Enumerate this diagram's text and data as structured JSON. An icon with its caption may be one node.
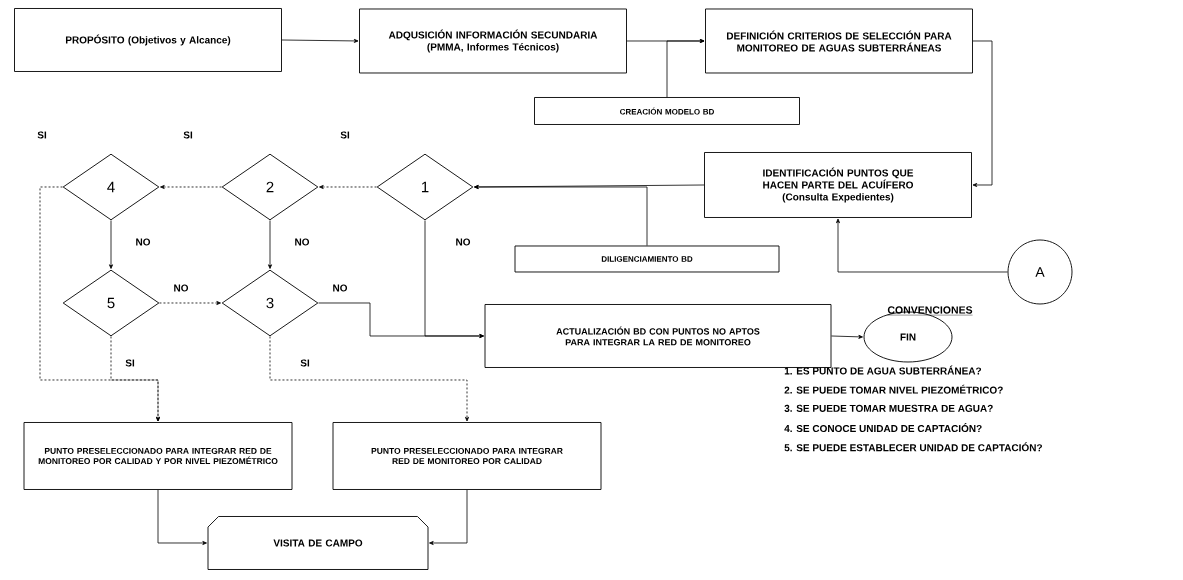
{
  "diagram": {
    "nodes": [
      {
        "text": [
          "PROPÓSITO (Objetivos y Alcance)"
        ]
      },
      {
        "text": [
          "ADQUSICIÓN INFORMACIÓN SECUNDARIA",
          "(PMMA, Informes Técnicos)"
        ]
      },
      {
        "text": [
          "DEFINICIÓN CRITERIOS DE SELECCIÓN PARA MONITOREO DE AGUAS SUBTERRÁNEAS"
        ]
      },
      {
        "text": [
          "CREACIÓN MODELO BD"
        ]
      },
      {
        "text": [
          "IDENTIFICACIÓN PUNTOS QUE HACEN PARTE DEL ACUÍFERO",
          "(Consulta Expedientes)"
        ]
      },
      {
        "text": [
          "1"
        ]
      },
      {
        "text": [
          "2"
        ]
      },
      {
        "text": [
          "4"
        ]
      },
      {
        "text": [
          "DILIGENCIAMIENTO BD"
        ]
      },
      {
        "text": [
          "A"
        ]
      },
      {
        "text": [
          "5"
        ]
      },
      {
        "text": [
          "3"
        ]
      },
      {
        "text": [
          "ACTUALIZACIÓN BD CON PUNTOS NO APTOS PARA INTEGRAR LA RED DE MONITOREO"
        ]
      },
      {
        "text": [
          "FIN"
        ]
      },
      {
        "text": [
          "PUNTO PRESELECCIONADO PARA INTEGRAR RED DE MONITOREO POR CALIDAD Y POR NIVEL PIEZOMÉTRICO"
        ]
      },
      {
        "text": [
          "PUNTO PRESELECCIONADO PARA INTEGRAR RED DE MONITOREO POR CALIDAD"
        ]
      },
      {
        "text": [
          "VISITA DE CAMPO"
        ]
      }
    ],
    "edges": [
      {
        "from": 0,
        "to": 1,
        "arrow": "to"
      },
      {
        "from": 1,
        "to": 2,
        "arrow": "to"
      },
      {
        "from": 3,
        "to": 2,
        "arrow": "to"
      },
      {
        "from": 2,
        "to": 4,
        "arrow": "to"
      },
      {
        "from": 4,
        "to": 5,
        "arrow": "to"
      },
      {
        "from": 8,
        "to": 5,
        "arrow": "to"
      },
      {
        "from": 9,
        "to": 4,
        "arrow": "to"
      },
      {
        "from": 5,
        "to": 6,
        "arrow": "to",
        "label": "SI",
        "style": "dashed"
      },
      {
        "from": 6,
        "to": 7,
        "arrow": "to",
        "label": "SI",
        "style": "dashed"
      },
      {
        "from": 7,
        "to": 14,
        "arrow": "to",
        "label": "SI",
        "style": "dashed"
      },
      {
        "from": 7,
        "to": 10,
        "arrow": "to",
        "label": "NO"
      },
      {
        "from": 6,
        "to": 11,
        "arrow": "to",
        "label": "NO"
      },
      {
        "from": 5,
        "to": 12,
        "arrow": "to",
        "label": "NO"
      },
      {
        "from": 10,
        "to": 11,
        "arrow": "to",
        "label": "NO",
        "style": "dashed"
      },
      {
        "from": 11,
        "to": 12,
        "arrow": "to",
        "label": "NO"
      },
      {
        "from": 10,
        "to": 14,
        "arrow": "to",
        "label": "SI",
        "style": "dashed"
      },
      {
        "from": 11,
        "to": 15,
        "arrow": "to",
        "label": "SI",
        "style": "dashed"
      },
      {
        "from": 12,
        "to": 13,
        "arrow": "to"
      },
      {
        "from": 14,
        "to": 16,
        "arrow": "to"
      },
      {
        "from": 15,
        "to": 16,
        "arrow": "to"
      }
    ],
    "labels": [
      "CONVENCIONES",
      "1. ES PUNTO DE AGUA SUBTERRÁNEA?",
      "2. SE PUEDE TOMAR NIVEL PIEZOMÉTRICO?",
      "3. SE PUEDE TOMAR MUESTRA DE AGUA?",
      "4. SE CONOCE UNIDAD DE CAPTACIÓN?",
      "5. SE PUEDE ESTABLECER UNIDAD DE CAPTACIÓN?"
    ]
  }
}
